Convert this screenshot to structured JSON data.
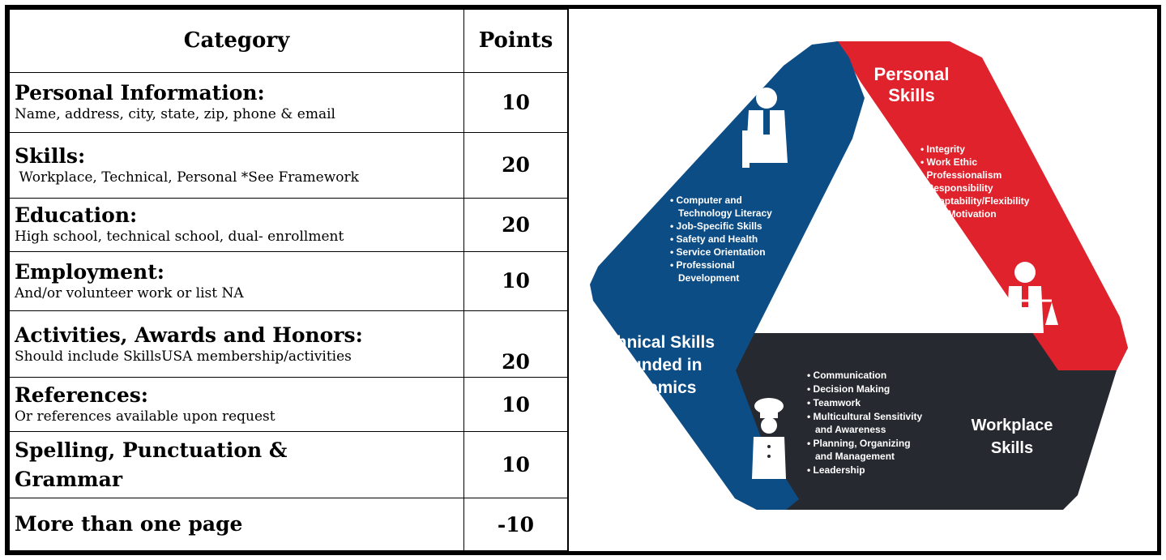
{
  "table": {
    "header_category": "Category",
    "header_points": "Points",
    "rows": [
      {
        "title": "Personal Information:",
        "desc": "Name, address, city, state, zip, phone & email",
        "points": "10"
      },
      {
        "title": "Skills:",
        "desc": " Workplace, Technical, Personal *See Framework",
        "points": "20"
      },
      {
        "title": "Education:",
        "desc": "High school, technical school, dual- enrollment",
        "points": "20"
      },
      {
        "title": "Employment:",
        "desc": "And/or volunteer work or list NA",
        "points": "10"
      },
      {
        "title": "Activities, Awards and Honors:",
        "desc": "Should include SkillsUSA membership/activities",
        "points": "20"
      },
      {
        "title": "References:",
        "desc": "Or references available upon request",
        "points": "10"
      },
      {
        "title": "Spelling, Punctuation &",
        "title2": "Grammar",
        "points": "10"
      },
      {
        "title": "More than one page",
        "points": "-10"
      }
    ]
  },
  "framework": {
    "personal": {
      "title_line1": "Personal",
      "title_line2": "Skills",
      "items": [
        "• Integrity",
        "• Work Ethic",
        "• Professionalism",
        "• Responsibility",
        "• Adaptability/Flexibility",
        "• Self-Motivation"
      ]
    },
    "technical": {
      "title_line1": "Technical Skills",
      "title_line2": "Grounded in",
      "title_line3": "Academics",
      "items": [
        "• Computer and",
        "   Technology Literacy",
        "• Job-Specific Skills",
        "• Safety and Health",
        "• Service Orientation",
        "• Professional",
        "   Development"
      ]
    },
    "workplace": {
      "title_line1": "Workplace",
      "title_line2": "Skills",
      "items": [
        "• Communication",
        "• Decision Making",
        "• Teamwork",
        "• Multicultural Sensitivity",
        "   and Awareness",
        "• Planning, Organizing",
        "   and Management",
        "• Leadership"
      ]
    },
    "colors": {
      "personal": "#e0222c",
      "technical": "#0d4d86",
      "workplace": "#262a30"
    }
  }
}
